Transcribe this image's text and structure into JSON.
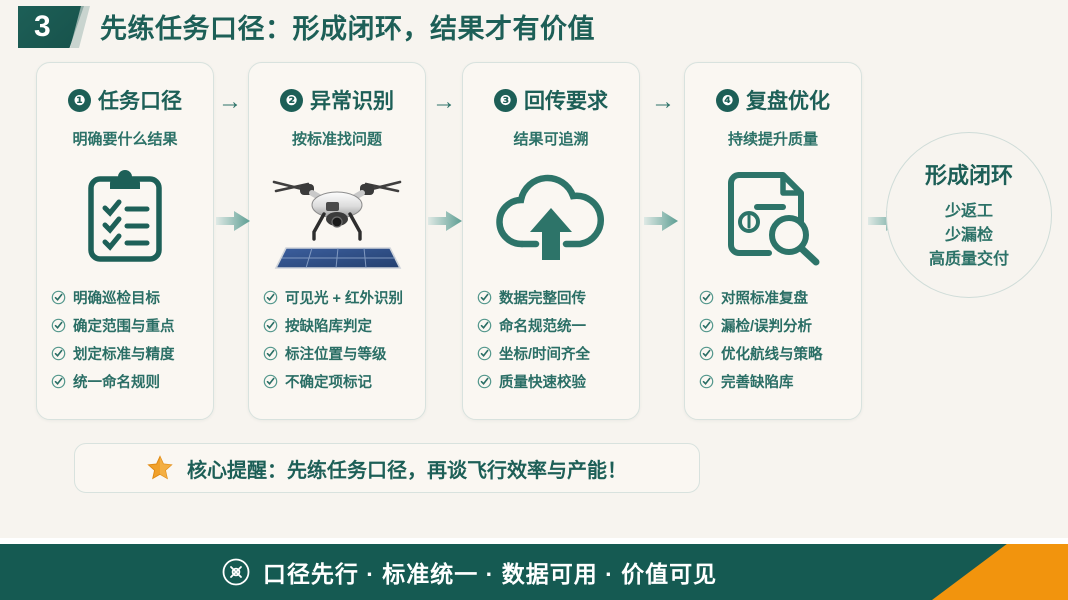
{
  "header": {
    "step_number": "3",
    "title": "先练任务口径：形成闭环，结果才有价值"
  },
  "cards": [
    {
      "number": "❶",
      "title": "任务口径",
      "subtitle": "明确要什么结果",
      "icon": "clipboard-checklist-icon",
      "items": [
        "明确巡检目标",
        "确定范围与重点",
        "划定标准与精度",
        "统一命名规则"
      ]
    },
    {
      "number": "❷",
      "title": "异常识别",
      "subtitle": "按标准找问题",
      "icon": "drone-over-solar-panel-photo",
      "items": [
        "可见光 + 红外识别",
        "按缺陷库判定",
        "标注位置与等级",
        "不确定项标记"
      ]
    },
    {
      "number": "❸",
      "title": "回传要求",
      "subtitle": "结果可追溯",
      "icon": "cloud-upload-icon",
      "items": [
        "数据完整回传",
        "命名规范统一",
        "坐标/时间齐全",
        "质量快速校验"
      ]
    },
    {
      "number": "❹",
      "title": "复盘优化",
      "subtitle": "持续提升质量",
      "icon": "document-magnifier-icon",
      "items": [
        "对照标准复盘",
        "漏检/误判分析",
        "优化航线与策略",
        "完善缺陷库"
      ]
    }
  ],
  "connectors": {
    "arrow_glyph": "→"
  },
  "result": {
    "title": "形成闭环",
    "lines": [
      "少返工",
      "少漏检",
      "高质量交付"
    ]
  },
  "reminder": {
    "icon": "star-icon",
    "text": "核心提醒：先练任务口径，再谈飞行效率与产能！"
  },
  "footer": {
    "icon": "drone-badge-icon",
    "text": "口径先行 · 标准统一 · 数据可用 · 价值可见"
  },
  "colors": {
    "brand_dark": "#1d5f57",
    "brand_mid": "#2c7268",
    "page_bg": "#f7f4ef",
    "card_bg": "#faf7f2",
    "card_border": "#d8e2de",
    "footer_bg": "#155a52",
    "accent_orange": "#f2940d",
    "star_gold": "#f0a02a"
  }
}
